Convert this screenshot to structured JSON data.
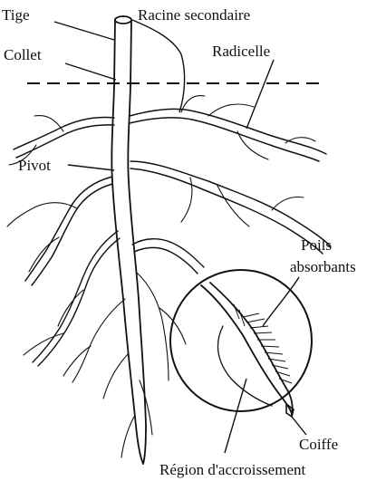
{
  "labels": {
    "tige": "Tige",
    "collet": "Collet",
    "racine_secondaire": "Racine secondaire",
    "radicelle": "Radicelle",
    "pivot": "Pivot",
    "poils_1": "Poils",
    "poils_2": "absorbants",
    "coiffe": "Coiffe",
    "region": "Région d'accroissement"
  },
  "colors": {
    "ink": "#111111",
    "background": "#ffffff"
  }
}
